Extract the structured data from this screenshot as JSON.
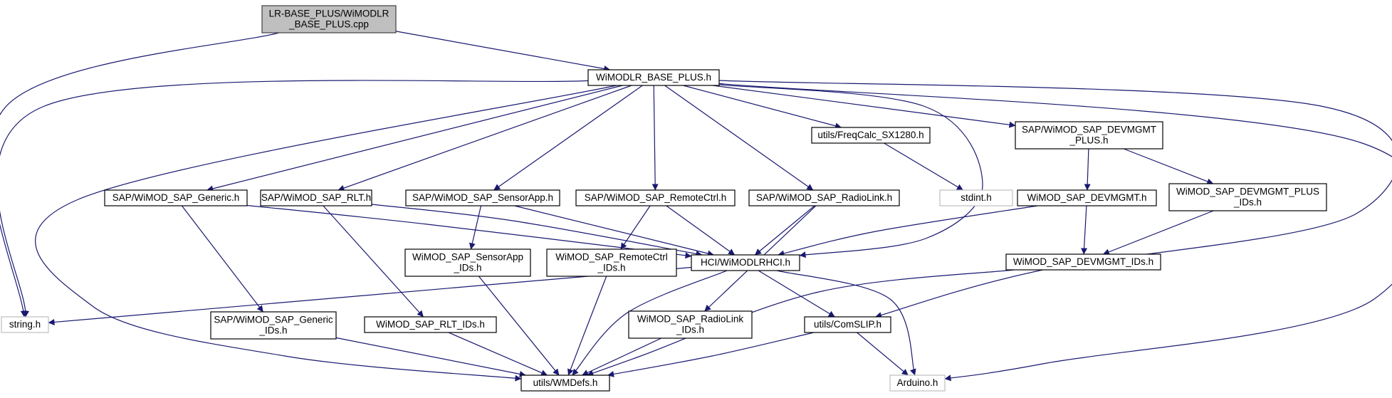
{
  "graph": {
    "nodes": [
      {
        "id": "root",
        "lines": [
          "LR-BASE_PLUS/WiMODLR",
          "_BASE_PLUS.cpp"
        ],
        "style": "root"
      },
      {
        "id": "base",
        "lines": [
          "WiMODLR_BASE_PLUS.h"
        ],
        "style": "normal"
      },
      {
        "id": "freq",
        "lines": [
          "utils/FreqCalc_SX1280.h"
        ],
        "style": "normal"
      },
      {
        "id": "devmgmt_plus",
        "lines": [
          "SAP/WiMOD_SAP_DEVMGMT",
          "_PLUS.h"
        ],
        "style": "normal"
      },
      {
        "id": "generic",
        "lines": [
          "SAP/WiMOD_SAP_Generic.h"
        ],
        "style": "normal"
      },
      {
        "id": "rlt",
        "lines": [
          "SAP/WiMOD_SAP_RLT.h"
        ],
        "style": "normal"
      },
      {
        "id": "sensorapp",
        "lines": [
          "SAP/WiMOD_SAP_SensorApp.h"
        ],
        "style": "normal"
      },
      {
        "id": "remotectrl",
        "lines": [
          "SAP/WiMOD_SAP_RemoteCtrl.h"
        ],
        "style": "normal"
      },
      {
        "id": "radiolink",
        "lines": [
          "SAP/WiMOD_SAP_RadioLink.h"
        ],
        "style": "normal"
      },
      {
        "id": "stdint",
        "lines": [
          "stdint.h"
        ],
        "style": "external"
      },
      {
        "id": "devmgmt",
        "lines": [
          "WiMOD_SAP_DEVMGMT.h"
        ],
        "style": "normal"
      },
      {
        "id": "devmgmt_plus_ids",
        "lines": [
          "WiMOD_SAP_DEVMGMT_PLUS",
          "_IDs.h"
        ],
        "style": "normal"
      },
      {
        "id": "sensorapp_ids",
        "lines": [
          "WiMOD_SAP_SensorApp",
          "_IDs.h"
        ],
        "style": "normal"
      },
      {
        "id": "remotectrl_ids",
        "lines": [
          "WiMOD_SAP_RemoteCtrl",
          "_IDs.h"
        ],
        "style": "normal"
      },
      {
        "id": "hci",
        "lines": [
          "HCI/WiMODLRHCI.h"
        ],
        "style": "normal"
      },
      {
        "id": "devmgmt_ids",
        "lines": [
          "WiMOD_SAP_DEVMGMT_IDs.h"
        ],
        "style": "normal"
      },
      {
        "id": "string",
        "lines": [
          "string.h"
        ],
        "style": "external"
      },
      {
        "id": "generic_ids",
        "lines": [
          "SAP/WiMOD_SAP_Generic",
          "_IDs.h"
        ],
        "style": "normal"
      },
      {
        "id": "rlt_ids",
        "lines": [
          "WiMOD_SAP_RLT_IDs.h"
        ],
        "style": "normal"
      },
      {
        "id": "radiolink_ids",
        "lines": [
          "WiMOD_SAP_RadioLink",
          "_IDs.h"
        ],
        "style": "normal"
      },
      {
        "id": "comslip",
        "lines": [
          "utils/ComSLIP.h"
        ],
        "style": "normal"
      },
      {
        "id": "wmdefs",
        "lines": [
          "utils/WMDefs.h"
        ],
        "style": "normal"
      },
      {
        "id": "arduino",
        "lines": [
          "Arduino.h"
        ],
        "style": "external"
      }
    ],
    "edges": [
      {
        "from": "root",
        "to": "base"
      },
      {
        "from": "root",
        "to": "string"
      },
      {
        "from": "base",
        "to": "string"
      },
      {
        "from": "base",
        "to": "wmdefs"
      },
      {
        "from": "base",
        "to": "generic"
      },
      {
        "from": "base",
        "to": "rlt"
      },
      {
        "from": "base",
        "to": "sensorapp"
      },
      {
        "from": "base",
        "to": "remotectrl"
      },
      {
        "from": "base",
        "to": "radiolink"
      },
      {
        "from": "base",
        "to": "freq"
      },
      {
        "from": "base",
        "to": "hci"
      },
      {
        "from": "base",
        "to": "devmgmt_plus"
      },
      {
        "from": "base",
        "to": "comslip"
      },
      {
        "from": "base",
        "to": "arduino"
      },
      {
        "from": "freq",
        "to": "stdint"
      },
      {
        "from": "devmgmt_plus",
        "to": "devmgmt"
      },
      {
        "from": "devmgmt_plus",
        "to": "devmgmt_plus_ids"
      },
      {
        "from": "generic",
        "to": "hci"
      },
      {
        "from": "generic",
        "to": "generic_ids"
      },
      {
        "from": "rlt",
        "to": "hci"
      },
      {
        "from": "rlt",
        "to": "rlt_ids"
      },
      {
        "from": "sensorapp",
        "to": "hci"
      },
      {
        "from": "sensorapp",
        "to": "sensorapp_ids"
      },
      {
        "from": "remotectrl",
        "to": "hci"
      },
      {
        "from": "remotectrl",
        "to": "remotectrl_ids"
      },
      {
        "from": "radiolink",
        "to": "hci"
      },
      {
        "from": "radiolink",
        "to": "radiolink_ids"
      },
      {
        "from": "devmgmt",
        "to": "hci"
      },
      {
        "from": "devmgmt",
        "to": "devmgmt_ids"
      },
      {
        "from": "devmgmt_plus_ids",
        "to": "devmgmt_ids"
      },
      {
        "from": "devmgmt_ids",
        "to": "wmdefs"
      },
      {
        "from": "sensorapp_ids",
        "to": "wmdefs"
      },
      {
        "from": "remotectrl_ids",
        "to": "wmdefs"
      },
      {
        "from": "hci",
        "to": "string"
      },
      {
        "from": "hci",
        "to": "wmdefs"
      },
      {
        "from": "hci",
        "to": "comslip"
      },
      {
        "from": "hci",
        "to": "arduino"
      },
      {
        "from": "generic_ids",
        "to": "wmdefs"
      },
      {
        "from": "rlt_ids",
        "to": "wmdefs"
      },
      {
        "from": "radiolink_ids",
        "to": "wmdefs"
      },
      {
        "from": "comslip",
        "to": "wmdefs"
      },
      {
        "from": "comslip",
        "to": "arduino"
      }
    ]
  },
  "colors": {
    "edge": "#191970",
    "node_border": "#000000",
    "node_fill": "#ffffff",
    "root_fill": "#bfbfbf",
    "root_border": "#404040",
    "external_border": "#bfbfbf"
  }
}
